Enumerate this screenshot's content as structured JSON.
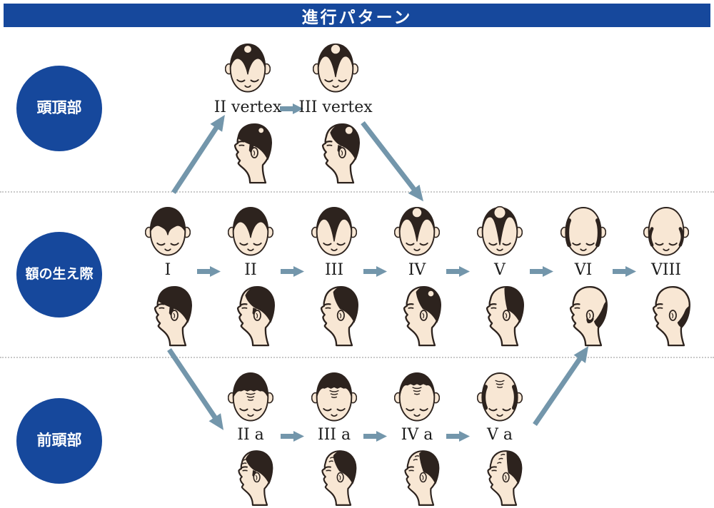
{
  "header": {
    "title": "進行パターン"
  },
  "colors": {
    "accent_blue": "#16489c",
    "arrow": "#7396ab",
    "hair": "#2d231e",
    "skin": "#f8e7d4",
    "outline": "#2d231e",
    "label_text": "#1c1c1c",
    "divider": "#c9c9c9",
    "header_text": "#ffffff"
  },
  "rows": [
    {
      "id": "vertex",
      "circle_label": "頭頂部",
      "stages": [
        {
          "label": "II vertex",
          "front_variant": "v2",
          "side_variant": "v2S"
        },
        {
          "label": "III vertex",
          "front_variant": "v3",
          "side_variant": "v3S"
        }
      ]
    },
    {
      "id": "hairline",
      "circle_label": "額の生え際",
      "stages": [
        {
          "label": "I",
          "front_variant": "I",
          "side_variant": "sI"
        },
        {
          "label": "II",
          "front_variant": "II",
          "side_variant": "s2"
        },
        {
          "label": "III",
          "front_variant": "III",
          "side_variant": "s3"
        },
        {
          "label": "IV",
          "front_variant": "IV",
          "side_variant": "s4"
        },
        {
          "label": "V",
          "front_variant": "V",
          "side_variant": "s5"
        },
        {
          "label": "VI",
          "front_variant": "VI",
          "side_variant": "s6"
        },
        {
          "label": "VIII",
          "front_variant": "VIII",
          "side_variant": "s8"
        }
      ]
    },
    {
      "id": "frontal",
      "circle_label": "前頭部",
      "stages": [
        {
          "label": "II a",
          "front_variant": "a2",
          "side_variant": "a2S"
        },
        {
          "label": "III a",
          "front_variant": "a3",
          "side_variant": "a3S"
        },
        {
          "label": "IV a",
          "front_variant": "a4",
          "side_variant": "a4S"
        },
        {
          "label": "V a",
          "front_variant": "a5",
          "side_variant": "a5S"
        }
      ]
    }
  ],
  "connections": [
    {
      "from": "I",
      "to": "II vertex"
    },
    {
      "from": "III vertex",
      "to": "IV"
    },
    {
      "from": "I",
      "to": "II a"
    },
    {
      "from": "V a",
      "to": "VI"
    }
  ]
}
